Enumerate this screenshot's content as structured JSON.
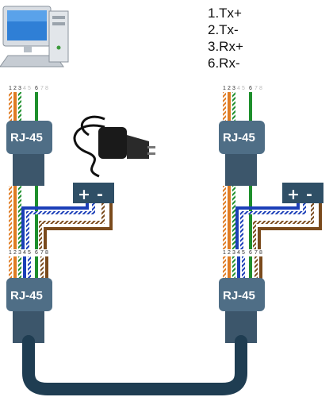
{
  "legend": [
    "1.Tx+",
    "2.Tx-",
    "3.Rx+",
    "6.Rx-"
  ],
  "connector_label": "RJ-45",
  "pin_numbers_top": [
    "1",
    "2",
    "3",
    "4",
    "5",
    "6",
    "7",
    "8"
  ],
  "pin_numbers_full": [
    "1",
    "2",
    "3",
    "4",
    "5",
    "6",
    "7",
    "8"
  ],
  "power_plus": "+",
  "power_minus": "-",
  "colors": {
    "connector": "#4f6e86",
    "connector_dark": "#3c566b",
    "cable": "#1f3d52",
    "orange": "#e07b22",
    "green": "#1e8f2c",
    "blue": "#1c3fb8",
    "brown": "#7a4a1c",
    "power_box": "#2f4f66"
  },
  "icons": [
    "computer-icon",
    "power-adapter-icon"
  ]
}
